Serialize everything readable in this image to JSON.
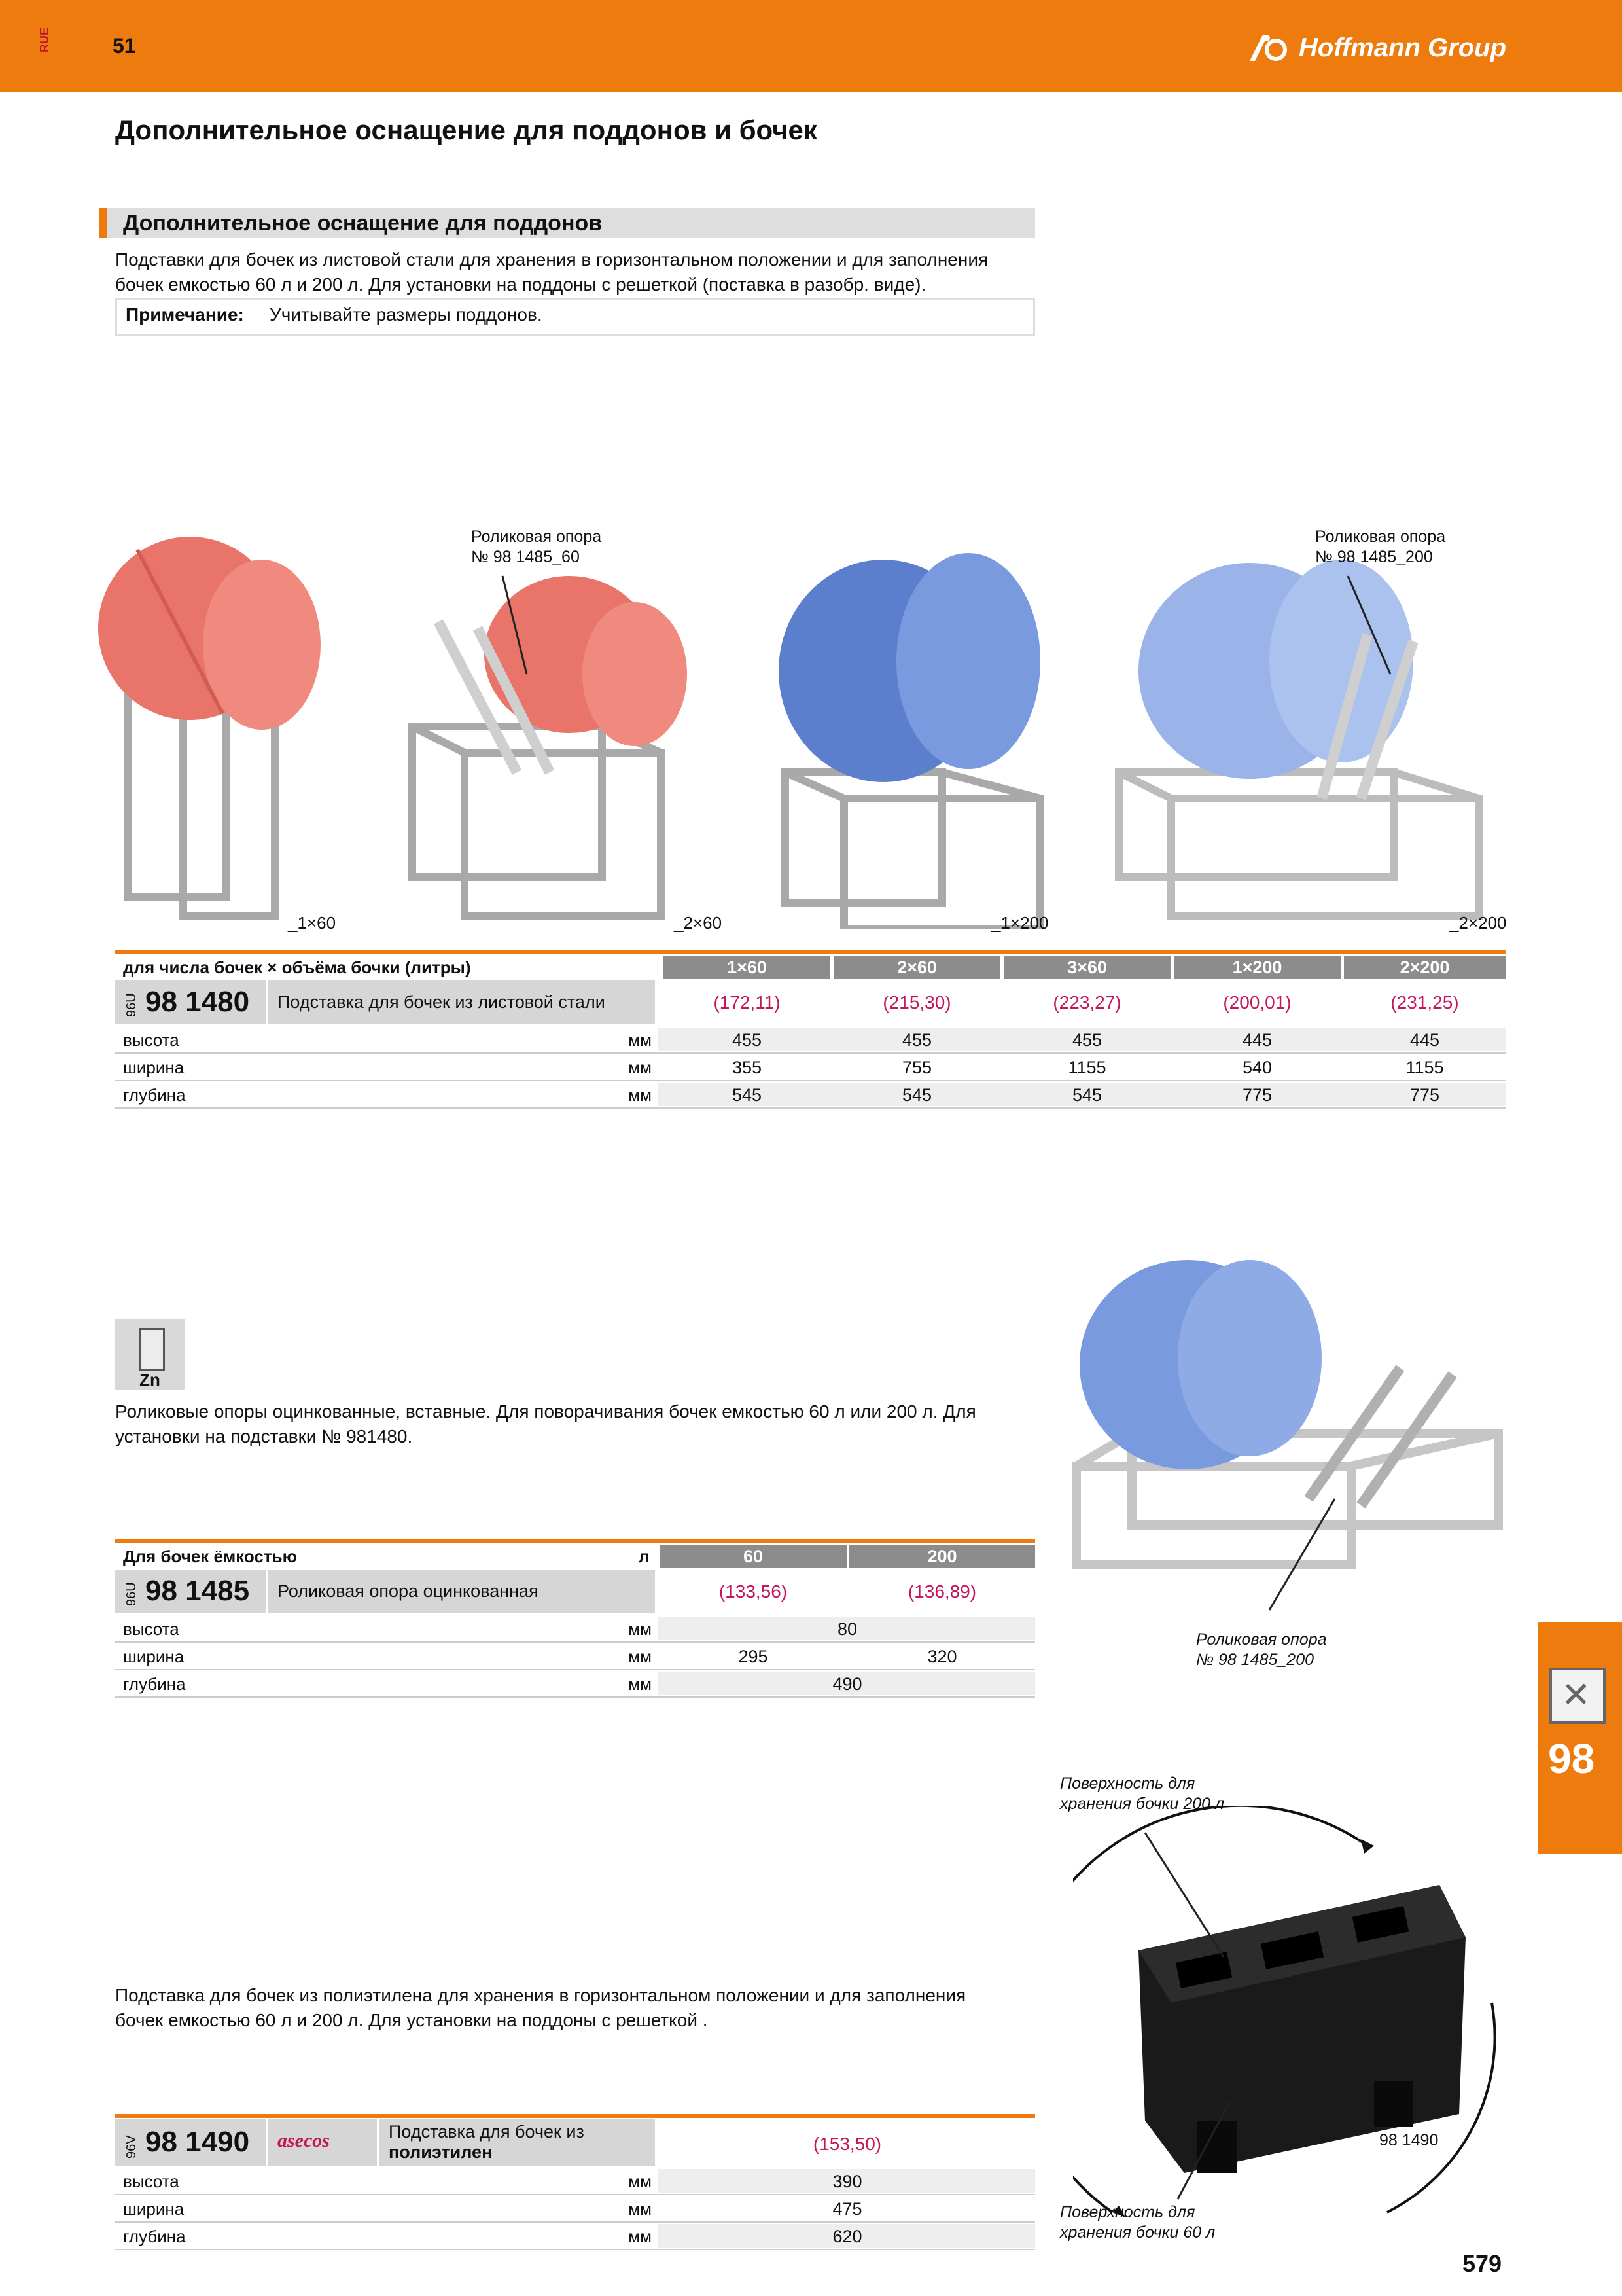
{
  "header": {
    "lang_code": "RUE",
    "page_ref": "51",
    "brand": "Hoffmann Group"
  },
  "page_title": "Дополнительное оснащение для поддонов и бочек",
  "section": {
    "title": "Дополнительное оснащение для поддонов",
    "description_line1": "Подставки для бочек из листовой стали для хранения в горизонтальном положении и для заполнения",
    "description_line2": "бочек емкостью 60 л и 200 л. Для установки на поддоны с решеткой (поставка в разобр. виде).",
    "note_label": "Примечание:",
    "note_text": "Учитывайте размеры поддонов."
  },
  "top_images": {
    "callout_left_line1": "Роликовая опора",
    "callout_left_line2": "№ 98 1485_60",
    "callout_right_line1": "Роликовая опора",
    "callout_right_line2": "№ 98 1485_200",
    "captions": [
      "_1×60",
      "_2×60",
      "_1×200",
      "_2×200"
    ]
  },
  "table1": {
    "header_label": "для числа бочек × объёма бочки (литры)",
    "columns": [
      "1×60",
      "2×60",
      "3×60",
      "1×200",
      "2×200"
    ],
    "art_prefix": "96U",
    "article": "98 1480",
    "product": "Подставка для бочек из листовой стали",
    "prices": [
      "(172,11)",
      "(215,30)",
      "(223,27)",
      "(200,01)",
      "(231,25)"
    ],
    "rows": [
      {
        "label": "высота",
        "unit": "мм",
        "values": [
          "455",
          "455",
          "455",
          "445",
          "445"
        ]
      },
      {
        "label": "ширина",
        "unit": "мм",
        "values": [
          "355",
          "755",
          "1155",
          "540",
          "1155"
        ]
      },
      {
        "label": "глубина",
        "unit": "мм",
        "values": [
          "545",
          "545",
          "545",
          "775",
          "775"
        ]
      }
    ]
  },
  "zn_badge": "Zn",
  "section2": {
    "description_line1": "Роликовые опоры оцинкованные, вставные. Для поворачивания бочек емкостью 60 л или 200 л. Для",
    "description_line2": "установки на подставки № 981480.",
    "callout_line1": "Роликовая опора",
    "callout_line2": "№ 98 1485_200"
  },
  "table2": {
    "header_label": "Для бочек ёмкостью",
    "header_unit": "л",
    "columns": [
      "60",
      "200"
    ],
    "art_prefix": "96U",
    "article": "98 1485",
    "product": "Роликовая опора оцинкованная",
    "prices": [
      "(133,56)",
      "(136,89)"
    ],
    "rows": [
      {
        "label": "высота",
        "unit": "мм",
        "values": [
          "80"
        ]
      },
      {
        "label": "ширина",
        "unit": "мм",
        "values": [
          "295",
          "320"
        ]
      },
      {
        "label": "глубина",
        "unit": "мм",
        "values": [
          "490"
        ]
      }
    ]
  },
  "side_tab": "98",
  "section3": {
    "description_line1": "Подставка для бочек из полиэтилена для хранения в горизонтальном положении и для заполнения",
    "description_line2": "бочек емкостью 60 л и 200 л. Для установки на поддоны с решеткой .",
    "callout_top_line1": "Поверхность для",
    "callout_top_line2": "хранения бочки 200 л",
    "callout_bottom_line1": "Поверхность для",
    "callout_bottom_line2": "хранения бочки 60 л",
    "image_label": "98 1490"
  },
  "table3": {
    "art_prefix": "96V",
    "article": "98 1490",
    "brand_logo": "asecos",
    "product_line1": "Подставка для бочек из",
    "product_line2": "полиэтилен",
    "price": "(153,50)",
    "rows": [
      {
        "label": "высота",
        "unit": "мм",
        "value": "390"
      },
      {
        "label": "ширина",
        "unit": "мм",
        "value": "475"
      },
      {
        "label": "глубина",
        "unit": "мм",
        "value": "620"
      }
    ]
  },
  "page_number": "579",
  "colors": {
    "accent": "#ed7b0d",
    "price": "#c2185b",
    "drum_red": "#e8746a",
    "drum_blue": "#6f93d6"
  }
}
